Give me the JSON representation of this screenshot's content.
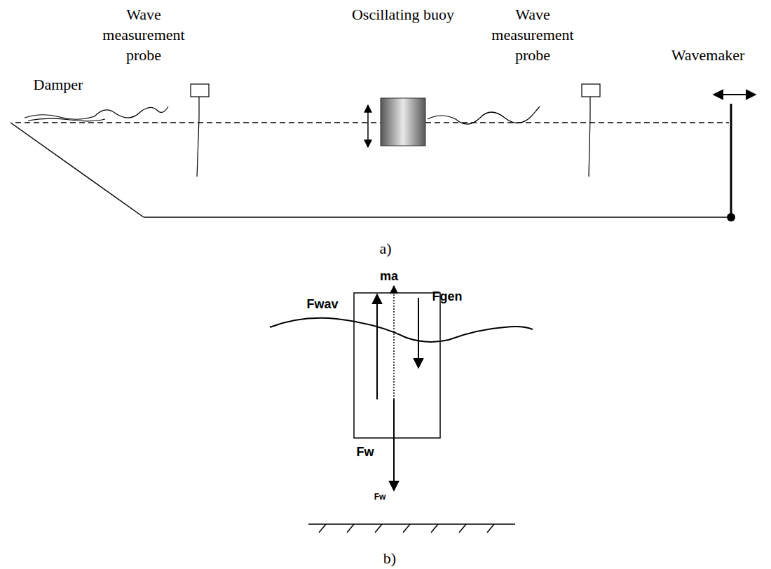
{
  "diagram": {
    "labels": [
      "Wave measurement probe",
      "Damper",
      "Oscillating buoy",
      "Wave measurement probe",
      "Wavemaker",
      "a)",
      "ma",
      "Fwav",
      "Fgen",
      "Fw",
      "Fw",
      "b)"
    ]
  }
}
